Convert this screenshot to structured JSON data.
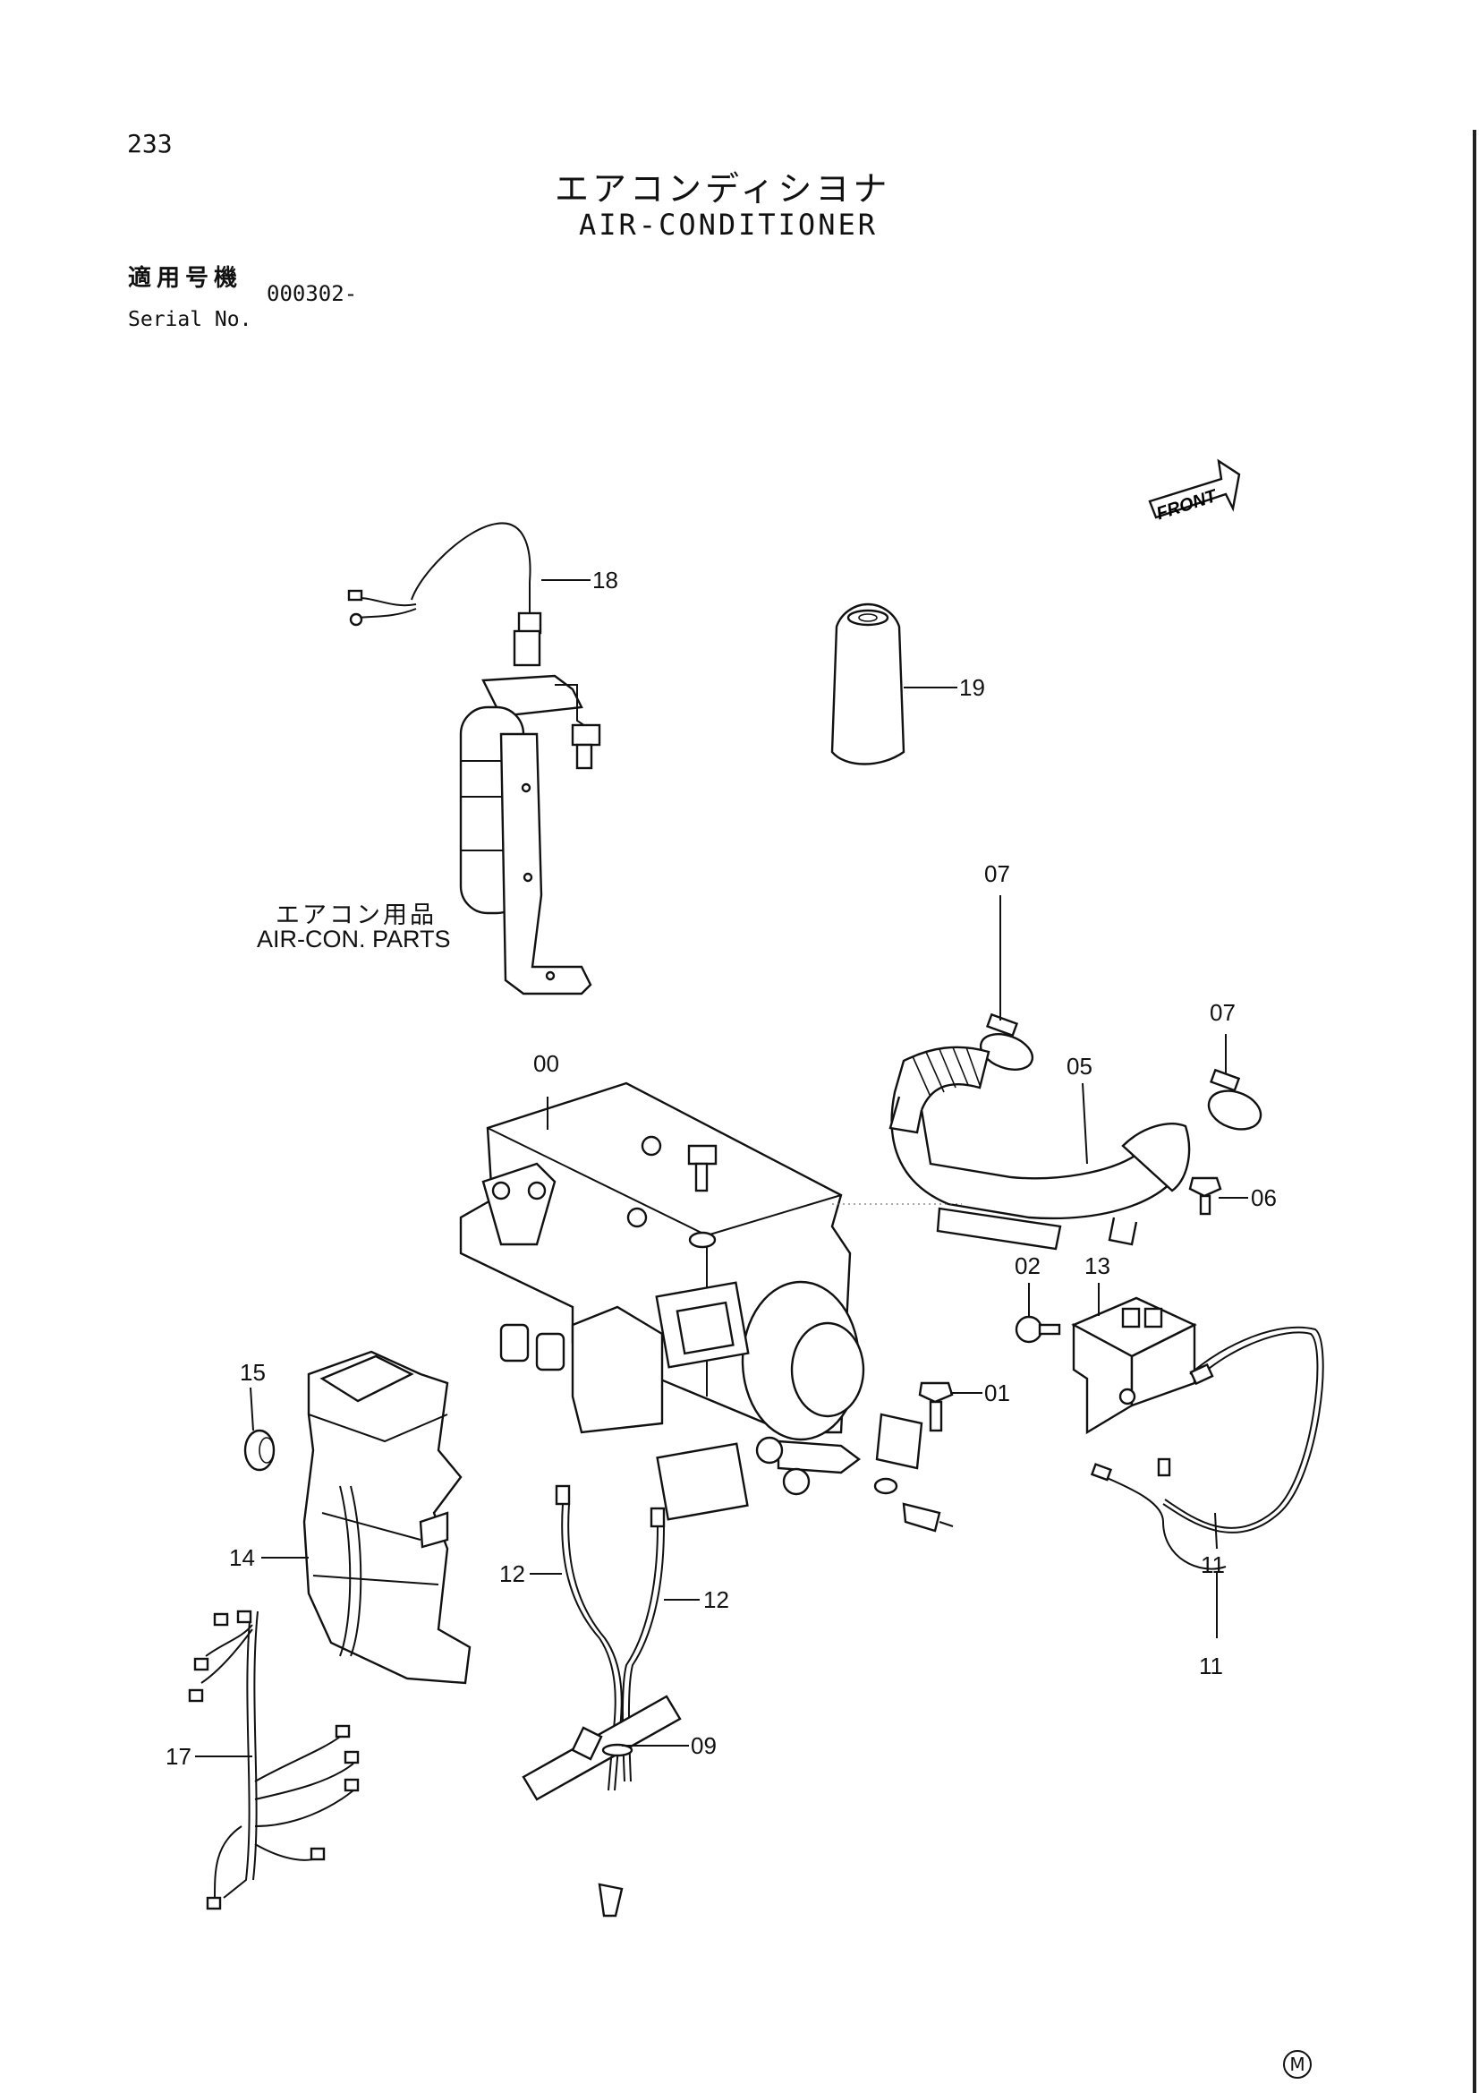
{
  "header": {
    "page_number": "233",
    "title_jp": "エアコンディシヨナ",
    "title_en": "AIR-CONDITIONER",
    "serial_label_jp": "適用号機",
    "serial_label_en": "Serial No.",
    "serial_value": "000302-"
  },
  "kit_label": {
    "jp": "エアコン用品",
    "en": "AIR-CON. PARTS"
  },
  "direction_label": "FRONT",
  "callouts": [
    {
      "id": "c18",
      "text": "18"
    },
    {
      "id": "c19",
      "text": "19"
    },
    {
      "id": "c07a",
      "text": "07"
    },
    {
      "id": "c07b",
      "text": "07"
    },
    {
      "id": "c05",
      "text": "05"
    },
    {
      "id": "c00",
      "text": "00"
    },
    {
      "id": "c06",
      "text": "06"
    },
    {
      "id": "c02",
      "text": "02"
    },
    {
      "id": "c13",
      "text": "13"
    },
    {
      "id": "c01",
      "text": "01"
    },
    {
      "id": "c15",
      "text": "15"
    },
    {
      "id": "c14",
      "text": "14"
    },
    {
      "id": "c12a",
      "text": "12"
    },
    {
      "id": "c12b",
      "text": "12"
    },
    {
      "id": "c11a",
      "text": "11"
    },
    {
      "id": "c11b",
      "text": "11"
    },
    {
      "id": "c17",
      "text": "17"
    },
    {
      "id": "c09",
      "text": "09"
    }
  ],
  "footer_mark": "M"
}
